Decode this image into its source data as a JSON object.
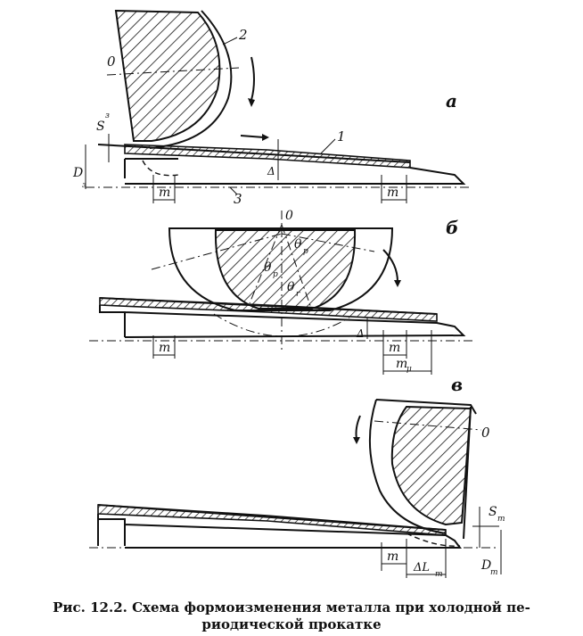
{
  "labels": {
    "panel_a": "а",
    "panel_b": "б",
    "panel_v": "в",
    "center_o": "0",
    "part_1": "1",
    "part_2": "2",
    "part_3": "3",
    "s_z": "S",
    "s_z_sub": "з",
    "d_z": "D",
    "d_z_sub": "з",
    "delta": "Δ",
    "m": "m",
    "m_mu": "m",
    "m_mu_sub": "μ",
    "theta": "θ",
    "theta_p_sub": "р",
    "theta_sub": "r",
    "s_t": "S",
    "s_t_sub": "т",
    "d_t": "D",
    "d_t_sub": "т",
    "delta_l": "ΔL",
    "delta_l_sub": "т"
  },
  "caption": {
    "line1": "Рис. 12.2. Схема формоизменения металла при холодной пе-",
    "line2": "риодической прокатке"
  }
}
